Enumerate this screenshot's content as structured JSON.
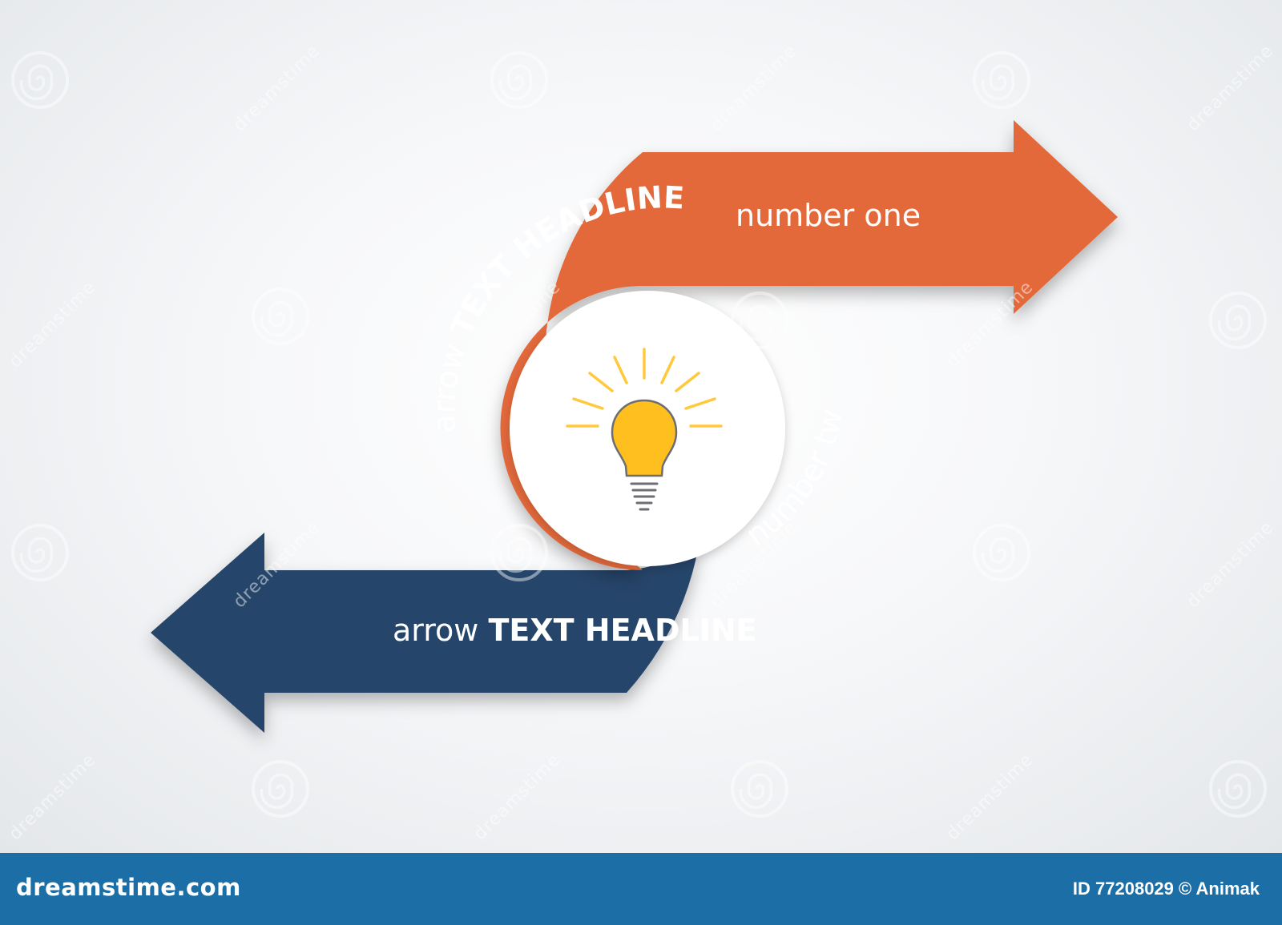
{
  "diagram": {
    "arrow_one": {
      "prefix": "arrow",
      "headline": "TEXT HEADLINE",
      "suffix": "number one",
      "color": "#e3693a"
    },
    "arrow_two": {
      "prefix": "arrow",
      "headline": "TEXT HEADLINE",
      "suffix": "number two",
      "color": "#27456b"
    },
    "center_icon": "lightbulb-icon",
    "bulb_color": "#ffbf1f",
    "ray_color": "#ffc93c"
  },
  "watermark": {
    "text": "dreamstime",
    "icon": "spiral-logo-icon"
  },
  "footer": {
    "site": "dreamstime.com",
    "stock_id": "ID 77208029 © Animak",
    "color": "#1b6fa6"
  }
}
